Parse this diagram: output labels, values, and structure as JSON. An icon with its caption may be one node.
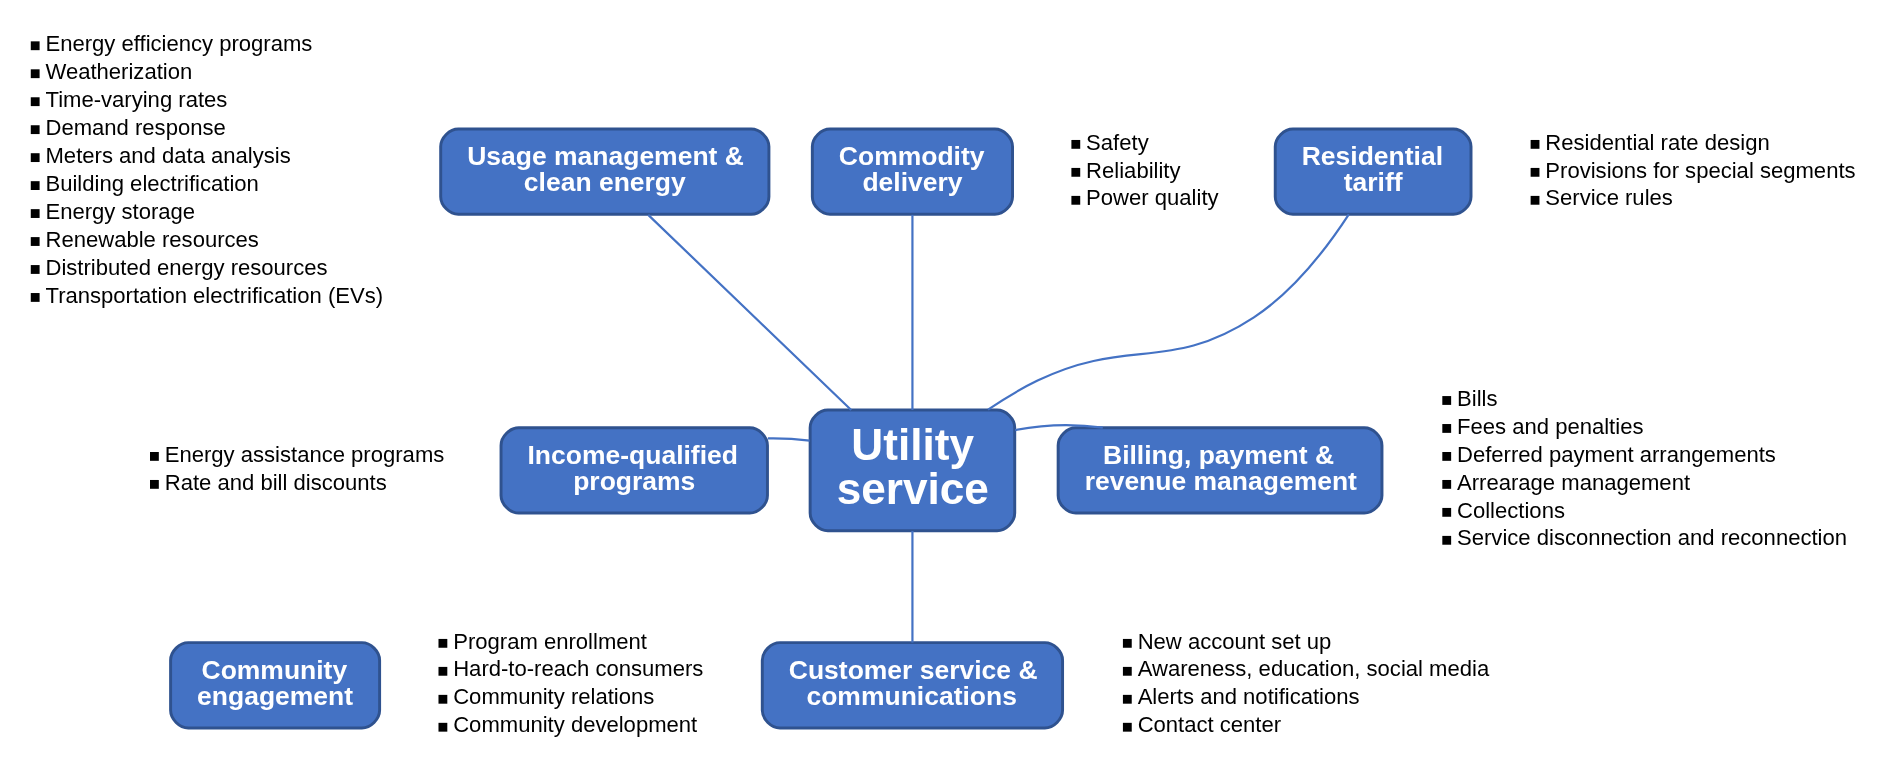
{
  "diagram": {
    "nodes": [
      {
        "text": [
          "Commodity delivery"
        ],
        "beside": [
          "Safety",
          "Reliability",
          "Power quality"
        ]
      },
      {
        "text": [
          "Usage management & clean energy"
        ],
        "beside": [
          "Energy efficiency programs",
          "Weatherization",
          "Time-varying rates",
          "Demand response",
          "Meters and data analysis",
          "Building electrification",
          "Energy storage",
          "Renewable resources",
          "Distributed energy resources",
          "Transportation electrification (EVs)"
        ]
      },
      {
        "text": [
          "Residential tariff"
        ],
        "beside": [
          "Residential rate design",
          "Provisions for special segments",
          "Service rules"
        ]
      },
      {
        "text": [
          "Utility service"
        ]
      },
      {
        "text": [
          "Income-qualified programs"
        ],
        "beside": [
          "Energy assistance programs",
          "Rate and bill discounts"
        ]
      },
      {
        "text": [
          "Billing, payment & revenue management"
        ],
        "beside": [
          "Bills",
          "Fees and penalties",
          "Deferred payment arrangements",
          "Arrearage management",
          "Collections",
          "Service disconnection and reconnection"
        ]
      },
      {
        "text": [
          "Customer service & communications"
        ],
        "beside": [
          "New account set up",
          "Awareness, education, social media",
          "Alerts and notifications",
          "Contact center"
        ]
      },
      {
        "text": [
          "Community engagement"
        ],
        "beside": [
          "Program enrollment",
          "Hard-to-reach consumers",
          "Community relations",
          "Community development"
        ]
      }
    ],
    "edges": [
      {
        "from": 3,
        "to": 0,
        "arrow": "none"
      },
      {
        "from": 3,
        "to": 1,
        "arrow": "none"
      },
      {
        "from": 3,
        "to": 2,
        "arrow": "none"
      },
      {
        "from": 3,
        "to": 4,
        "arrow": "none"
      },
      {
        "from": 3,
        "to": 5,
        "arrow": "none"
      },
      {
        "from": 3,
        "to": 6,
        "arrow": "none"
      }
    ]
  }
}
